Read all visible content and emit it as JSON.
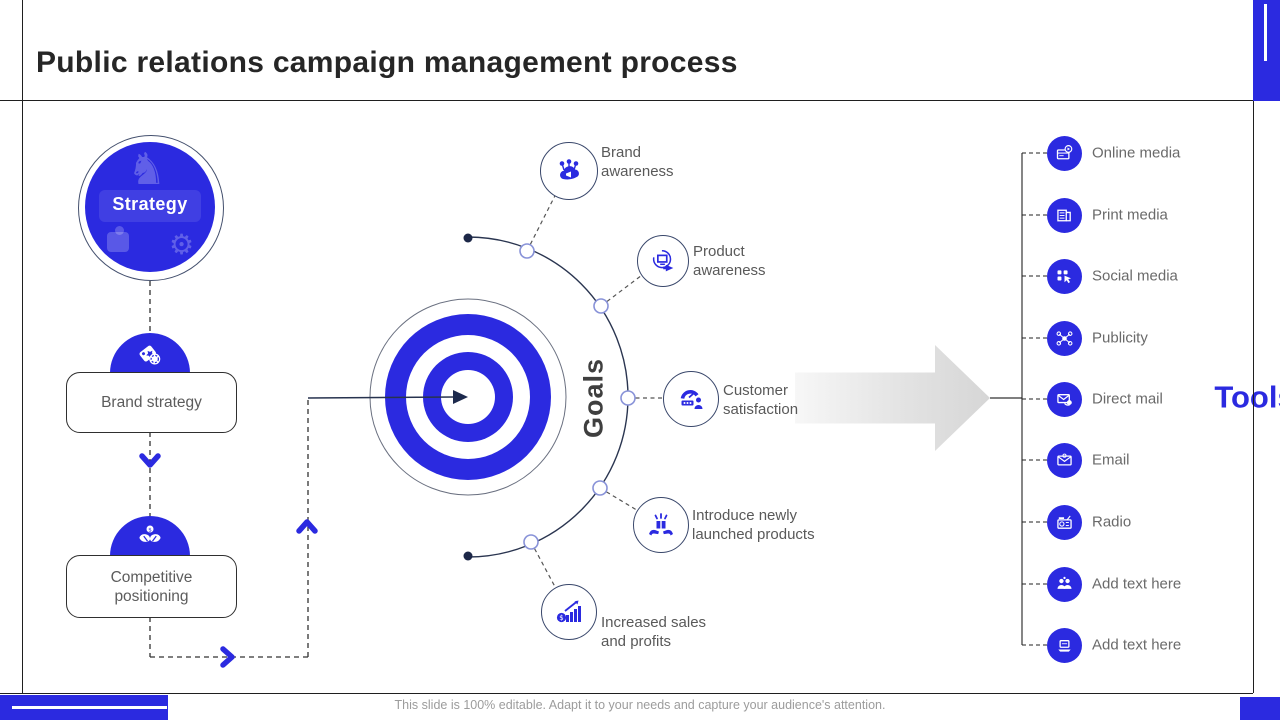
{
  "title": "Public relations campaign management process",
  "strategy": {
    "label": "Strategy"
  },
  "flow": {
    "steps": [
      {
        "label": "Brand strategy"
      },
      {
        "label": "Competitive positioning"
      }
    ]
  },
  "goals": {
    "axis_label": "Goals",
    "items": [
      {
        "label": "Brand awareness",
        "display": "Brand\nawareness"
      },
      {
        "label": "Product awareness",
        "display": "Product\nawareness"
      },
      {
        "label": "Customer satisfaction",
        "display": "Customer\nsatisfaction"
      },
      {
        "label": "Introduce newly launched products",
        "display": "Introduce newly\nlaunched products"
      },
      {
        "label": "Increased sales and profits",
        "display": "Increased sales\nand profits"
      }
    ]
  },
  "tools": {
    "label": "Tools",
    "items": [
      {
        "label": "Online media"
      },
      {
        "label": "Print media"
      },
      {
        "label": "Social media"
      },
      {
        "label": "Publicity"
      },
      {
        "label": "Direct mail"
      },
      {
        "label": "Email"
      },
      {
        "label": "Radio"
      },
      {
        "label": "Add text here"
      },
      {
        "label": "Add text here"
      }
    ]
  },
  "footer": {
    "note": "This slide is 100% editable. Adapt it to your needs and capture your audience's attention."
  },
  "colors": {
    "primary_blue": "#2B2AE0",
    "line_navy": "#2A3550",
    "text_gray": "#595959",
    "footer_gray": "#9C9C9C"
  }
}
